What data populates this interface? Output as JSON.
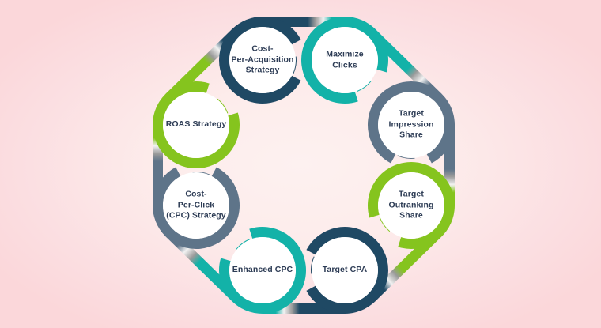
{
  "background": {
    "center_color": "#fdf1f0",
    "edge_color": "#fbd7da"
  },
  "palette": {
    "navy": "#1f4964",
    "teal": "#13b2a8",
    "slate": "#5e7489",
    "green": "#85c41e",
    "silver_light": "#f2f2f2",
    "silver_dark": "#9a9a9a",
    "node_fill": "#ffffff",
    "label_text": "#2d3c55"
  },
  "diagram": {
    "type": "cycle",
    "shape": "octagon-ribbon",
    "direction": "clockwise",
    "nodes": [
      {
        "id": "cost-per-acquisition-strategy",
        "label": "Cost-\nPer-Acquisition\nStrategy",
        "color": "navy"
      },
      {
        "id": "maximize-clicks",
        "label": "Maximize\nClicks",
        "color": "teal"
      },
      {
        "id": "target-impression-share",
        "label": "Target\nImpression\nShare",
        "color": "slate"
      },
      {
        "id": "target-outranking-share",
        "label": "Target\nOutranking\nShare",
        "color": "green"
      },
      {
        "id": "target-cpa",
        "label": "Target CPA",
        "color": "navy"
      },
      {
        "id": "enhanced-cpc",
        "label": "Enhanced CPC",
        "color": "teal"
      },
      {
        "id": "cost-per-click-cpc-strategy",
        "label": "Cost-\nPer-Click\n(CPC) Strategy",
        "color": "slate"
      },
      {
        "id": "roas-strategy",
        "label": "ROAS Strategy",
        "color": "green"
      }
    ]
  }
}
